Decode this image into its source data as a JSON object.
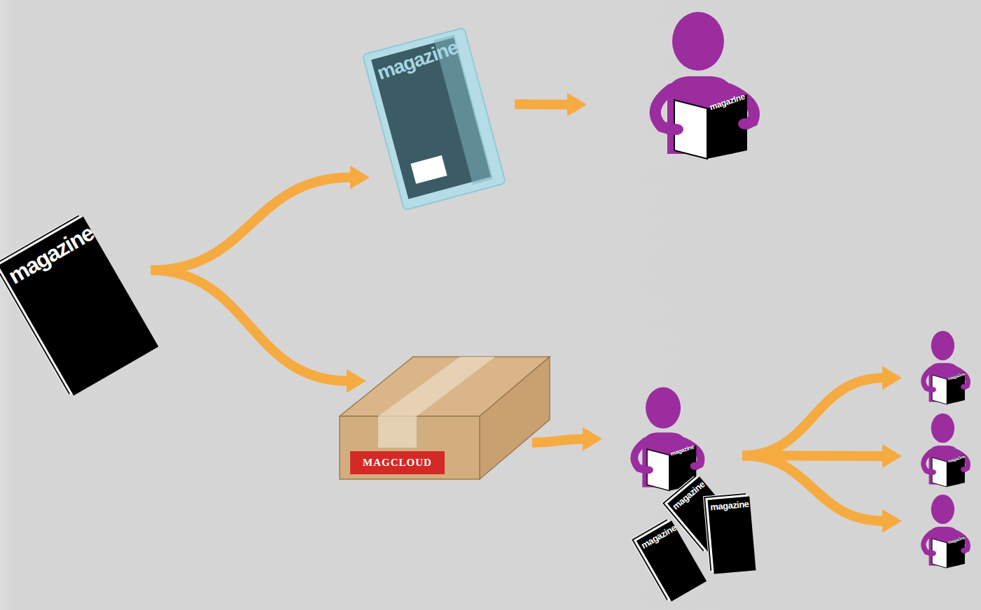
{
  "diagram": {
    "nodes": [
      {
        "text": [
          "magazine"
        ]
      },
      {
        "text": [
          "magazine"
        ]
      },
      {
        "text": [
          "magazine"
        ]
      },
      {
        "text": [
          "MAGCLOUD"
        ]
      },
      {
        "text": [
          "magazine"
        ]
      },
      {
        "text": [
          "magazine"
        ]
      },
      {
        "text": [
          "magazine"
        ]
      },
      {
        "text": [
          "magazine"
        ]
      },
      {
        "text": [
          "magazine"
        ]
      },
      {
        "text": [
          "magazine"
        ]
      },
      {
        "text": [
          "magazine"
        ]
      }
    ],
    "edges": [
      {
        "from": 0,
        "to": 1,
        "arrow": "to"
      },
      {
        "from": 0,
        "to": 3,
        "arrow": "to"
      },
      {
        "from": 1,
        "to": 2,
        "arrow": "to"
      },
      {
        "from": 3,
        "to": 4,
        "arrow": "to"
      },
      {
        "from": 4,
        "to": 8,
        "arrow": "to"
      },
      {
        "from": 4,
        "to": 9,
        "arrow": "to"
      },
      {
        "from": 4,
        "to": 10,
        "arrow": "to"
      }
    ]
  }
}
